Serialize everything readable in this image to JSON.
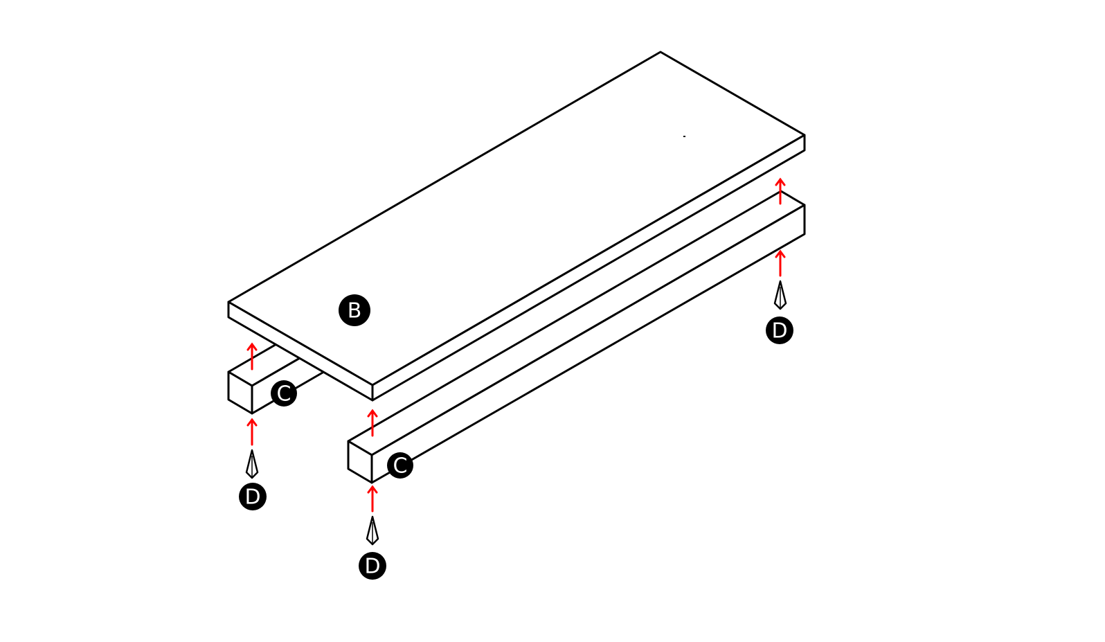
{
  "diagram": {
    "type": "assembly-exploded-view",
    "parts": [
      {
        "id": "B",
        "label": "B",
        "description": "top board / plank"
      },
      {
        "id": "C1",
        "label": "C",
        "description": "short support batten (left)"
      },
      {
        "id": "C2",
        "label": "C",
        "description": "long support batten (front)"
      },
      {
        "id": "D1",
        "label": "D",
        "description": "nail/screw fastener (left batten)"
      },
      {
        "id": "D2",
        "label": "D",
        "description": "nail/screw fastener (front batten)"
      },
      {
        "id": "D3",
        "label": "D",
        "description": "nail/screw fastener (right end)"
      }
    ],
    "colors": {
      "line": "#000000",
      "arrow": "#ff0000",
      "badge_bg": "#000000",
      "badge_text": "#ffffff"
    }
  },
  "labels": {
    "board": "B",
    "batten_left": "C",
    "batten_front": "C",
    "fastener_left": "D",
    "fastener_front": "D",
    "fastener_right": "D"
  }
}
